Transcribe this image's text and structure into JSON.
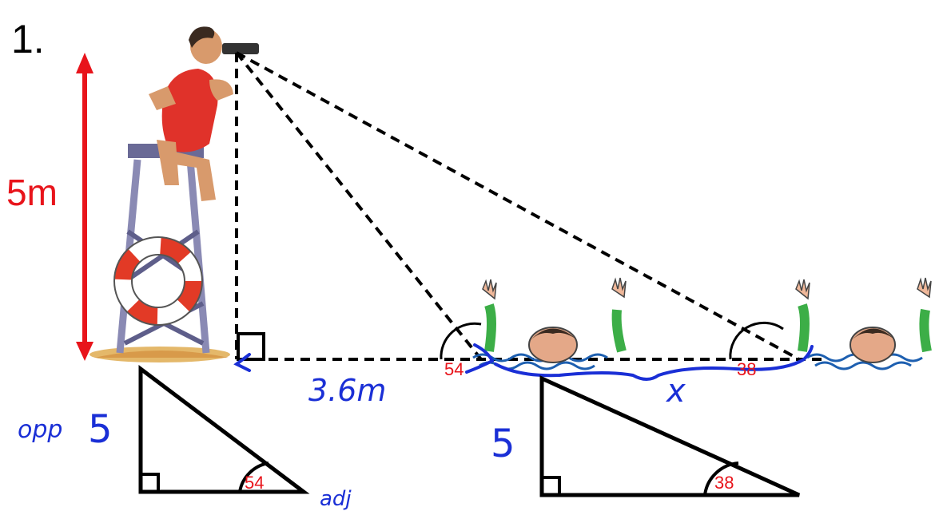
{
  "question_number": "1.",
  "height_label": "5m",
  "angles": {
    "near_swimmer": "54",
    "far_swimmer": "38",
    "small_triangle": "54",
    "large_triangle": "38"
  },
  "handwritten": {
    "distance_label": "3.6m",
    "unknown_label": "x",
    "opp_label": "opp",
    "small_side": "5",
    "large_side": "5",
    "bottom_fragment": "adj"
  },
  "colors": {
    "red_annotation": "#e8141b",
    "blue_handwriting": "#1a2fd6",
    "line": "#000000"
  }
}
